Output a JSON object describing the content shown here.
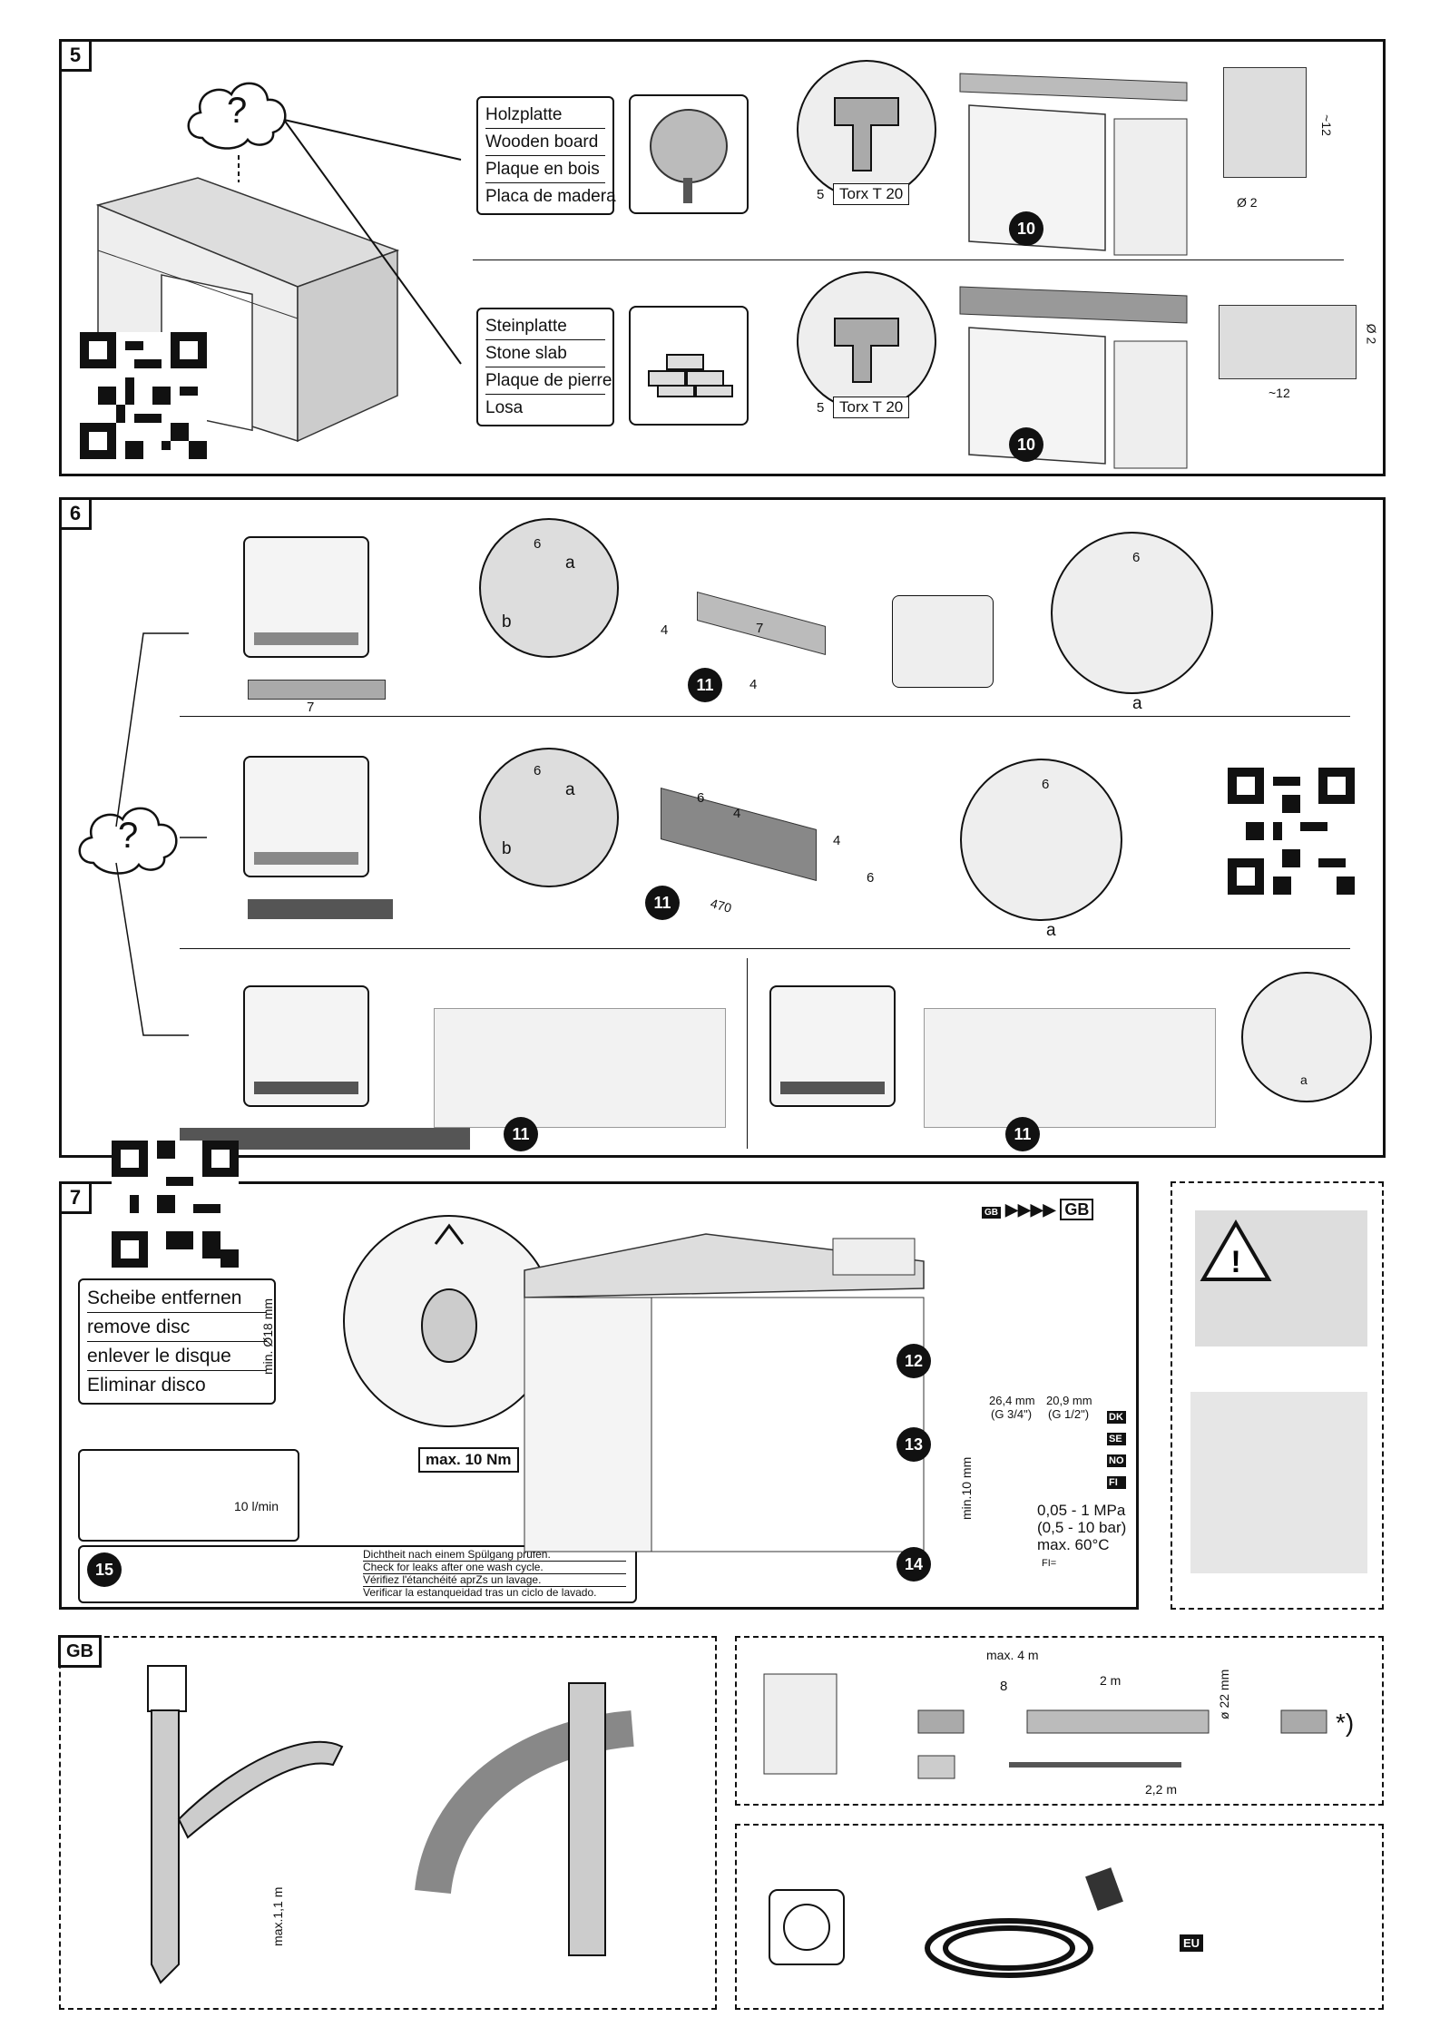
{
  "panel5": {
    "number": "5",
    "wood_labels": [
      "Holzplatte",
      "Wooden board",
      "Plaque en bois",
      "Placa de madera"
    ],
    "stone_labels": [
      "Steinplatte",
      "Stone slab",
      "Plaque de pierre",
      "Losa"
    ],
    "question": "?",
    "screw_ref_top": "5",
    "torx_top": "Torx T 20",
    "step_top": "10",
    "dim_top_len": "~12",
    "dim_top_dia": "Ø 2",
    "screw_ref_bottom": "5",
    "torx_bottom": "Torx T 20",
    "step_bottom": "10",
    "dim_bottom_dia": "Ø 2",
    "dim_bottom_len": "~12"
  },
  "panel6": {
    "number": "6",
    "question": "?",
    "row1": {
      "part7": "7",
      "ref6a": "6",
      "ref4a": "4",
      "ref7": "7",
      "ref4b": "4",
      "step": "11",
      "ref6c": "6",
      "a_lbl": "a",
      "b_lbl": "b",
      "zoom_a": "a"
    },
    "row2": {
      "ref6a": "6",
      "ref6b": "6",
      "ref4a": "4",
      "ref4b": "4",
      "ref6c": "6",
      "ref6d": "6",
      "dim470": "470",
      "step": "11",
      "a_lbl": "a",
      "b_lbl": "b",
      "zoom_a": "a"
    },
    "row3": {
      "step_left": "11",
      "step_right": "11",
      "a_lbl": "a"
    }
  },
  "panel7": {
    "number": "7",
    "disc_labels": [
      "Scheibe entfernen",
      "remove disc",
      "enlever le disque",
      "Eliminar disco"
    ],
    "min_diameter": "min. Ø18 mm",
    "flow": "10 l/min",
    "torque": "max. 10 Nm",
    "step12": "12",
    "step13": "13",
    "step14": "14",
    "step15": "15",
    "leak_check": [
      "Dichtheit nach einem Spülgang prüfen.",
      "Check for leaks after one wash cycle.",
      "Vérifiez l'étanchéité aprZs un lavage.",
      "Verificar la estanqueidad tras un ciclo de lavado."
    ],
    "gb_small": "GB",
    "arrows": "▶▶▶▶",
    "gb_big": "GB",
    "thread1": "26,4 mm",
    "thread1_g": "(G 3/4\")",
    "thread2": "20,9 mm",
    "thread2_g": "(G 1/2\")",
    "min10": "min.10 mm",
    "countries": [
      "DK",
      "SE",
      "NO",
      "FI"
    ],
    "pressure": [
      "0,05 - 1 MPa",
      "(0,5 - 10 bar)",
      "max. 60°C"
    ],
    "fi_label": "FI="
  },
  "panel_gb": {
    "label": "GB",
    "height": "max.1,1 m"
  },
  "panel_hose": {
    "max_len": "max. 4 m",
    "ref8": "8",
    "len2m": "2 m",
    "dia22": "ø 22 mm",
    "star": "*)",
    "len22": "2,2 m"
  },
  "panel_power": {
    "eu": "EU"
  }
}
